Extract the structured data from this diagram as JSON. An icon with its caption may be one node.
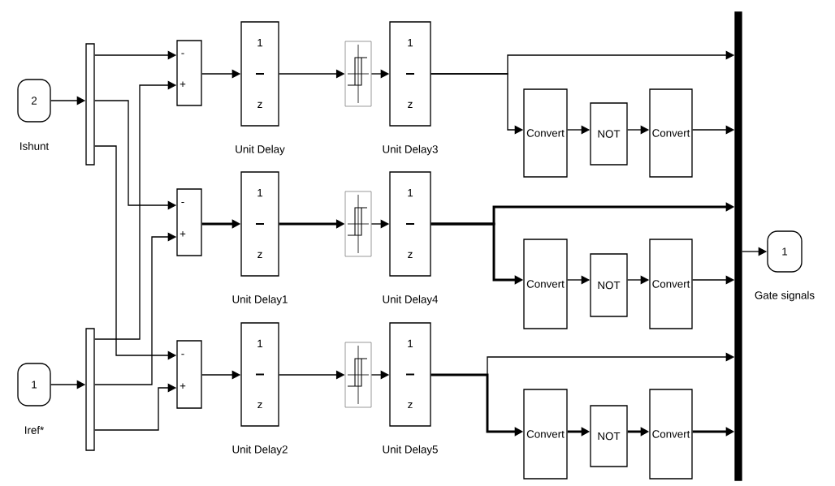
{
  "diagram": {
    "nodes": [
      {
        "text": [
          "2"
        ],
        "beside": [
          "Ishunt"
        ]
      },
      {
        "text": [],
        "shape": "bar"
      },
      {
        "text": [
          "1"
        ],
        "beside": [
          "Iref*"
        ]
      },
      {
        "text": [],
        "shape": "bar"
      },
      {
        "text": [
          "-",
          "+"
        ]
      },
      {
        "text": [
          "-",
          "+"
        ]
      },
      {
        "text": [
          "-",
          "+"
        ]
      },
      {
        "text": [
          "1",
          "z"
        ],
        "beside": [
          "Unit Delay"
        ]
      },
      {
        "text": [
          "1",
          "z"
        ],
        "beside": [
          "Unit Delay1"
        ]
      },
      {
        "text": [
          "1",
          "z"
        ],
        "beside": [
          "Unit Delay2"
        ]
      },
      {
        "text": [],
        "shape": "box"
      },
      {
        "text": [],
        "shape": "box"
      },
      {
        "text": [],
        "shape": "box"
      },
      {
        "text": [
          "1",
          "z"
        ],
        "beside": [
          "Unit Delay3"
        ]
      },
      {
        "text": [
          "1",
          "z"
        ],
        "beside": [
          "Unit Delay4"
        ]
      },
      {
        "text": [
          "1",
          "z"
        ],
        "beside": [
          "Unit Delay5"
        ]
      },
      {
        "text": [
          "Convert"
        ]
      },
      {
        "text": [
          "Convert"
        ]
      },
      {
        "text": [
          "Convert"
        ]
      },
      {
        "text": [
          "NOT"
        ]
      },
      {
        "text": [
          "NOT"
        ]
      },
      {
        "text": [
          "NOT"
        ]
      },
      {
        "text": [
          "Convert"
        ]
      },
      {
        "text": [
          "Convert"
        ]
      },
      {
        "text": [
          "Convert"
        ]
      },
      {
        "text": [],
        "shape": "bar"
      },
      {
        "text": [
          "1"
        ],
        "beside": [
          "Gate signals"
        ]
      }
    ],
    "edges": [
      {
        "from": 0,
        "to": 1,
        "arrow": "to"
      },
      {
        "from": 2,
        "to": 3,
        "arrow": "to"
      },
      {
        "from": 1,
        "to": 4,
        "arrow": "to"
      },
      {
        "from": 1,
        "to": 5,
        "arrow": "to"
      },
      {
        "from": 1,
        "to": 6,
        "arrow": "to"
      },
      {
        "from": 3,
        "to": 4,
        "arrow": "to"
      },
      {
        "from": 3,
        "to": 5,
        "arrow": "to"
      },
      {
        "from": 3,
        "to": 6,
        "arrow": "to"
      },
      {
        "from": 4,
        "to": 7,
        "arrow": "to"
      },
      {
        "from": 5,
        "to": 8,
        "arrow": "to",
        "style": "thick"
      },
      {
        "from": 6,
        "to": 9,
        "arrow": "to"
      },
      {
        "from": 7,
        "to": 10,
        "arrow": "to"
      },
      {
        "from": 8,
        "to": 11,
        "arrow": "to",
        "style": "thick"
      },
      {
        "from": 9,
        "to": 12,
        "arrow": "to"
      },
      {
        "from": 10,
        "to": 13,
        "arrow": "to"
      },
      {
        "from": 11,
        "to": 14,
        "arrow": "to"
      },
      {
        "from": 12,
        "to": 15,
        "arrow": "to"
      },
      {
        "from": 13,
        "to": 25,
        "arrow": "to"
      },
      {
        "from": 13,
        "to": 16,
        "arrow": "to"
      },
      {
        "from": 16,
        "to": 19,
        "arrow": "to"
      },
      {
        "from": 19,
        "to": 22,
        "arrow": "to"
      },
      {
        "from": 22,
        "to": 25,
        "arrow": "to"
      },
      {
        "from": 14,
        "to": 25,
        "arrow": "to",
        "style": "thick"
      },
      {
        "from": 14,
        "to": 17,
        "arrow": "to",
        "style": "thick"
      },
      {
        "from": 17,
        "to": 20,
        "arrow": "to"
      },
      {
        "from": 20,
        "to": 23,
        "arrow": "to"
      },
      {
        "from": 23,
        "to": 25,
        "arrow": "to"
      },
      {
        "from": 15,
        "to": 25,
        "arrow": "to"
      },
      {
        "from": 15,
        "to": 18,
        "arrow": "to",
        "style": "thick"
      },
      {
        "from": 18,
        "to": 21,
        "arrow": "to",
        "style": "thick"
      },
      {
        "from": 21,
        "to": 24,
        "arrow": "to",
        "style": "thick"
      },
      {
        "from": 24,
        "to": 25,
        "arrow": "to",
        "style": "thick"
      },
      {
        "from": 25,
        "to": 26,
        "arrow": "to"
      }
    ]
  }
}
